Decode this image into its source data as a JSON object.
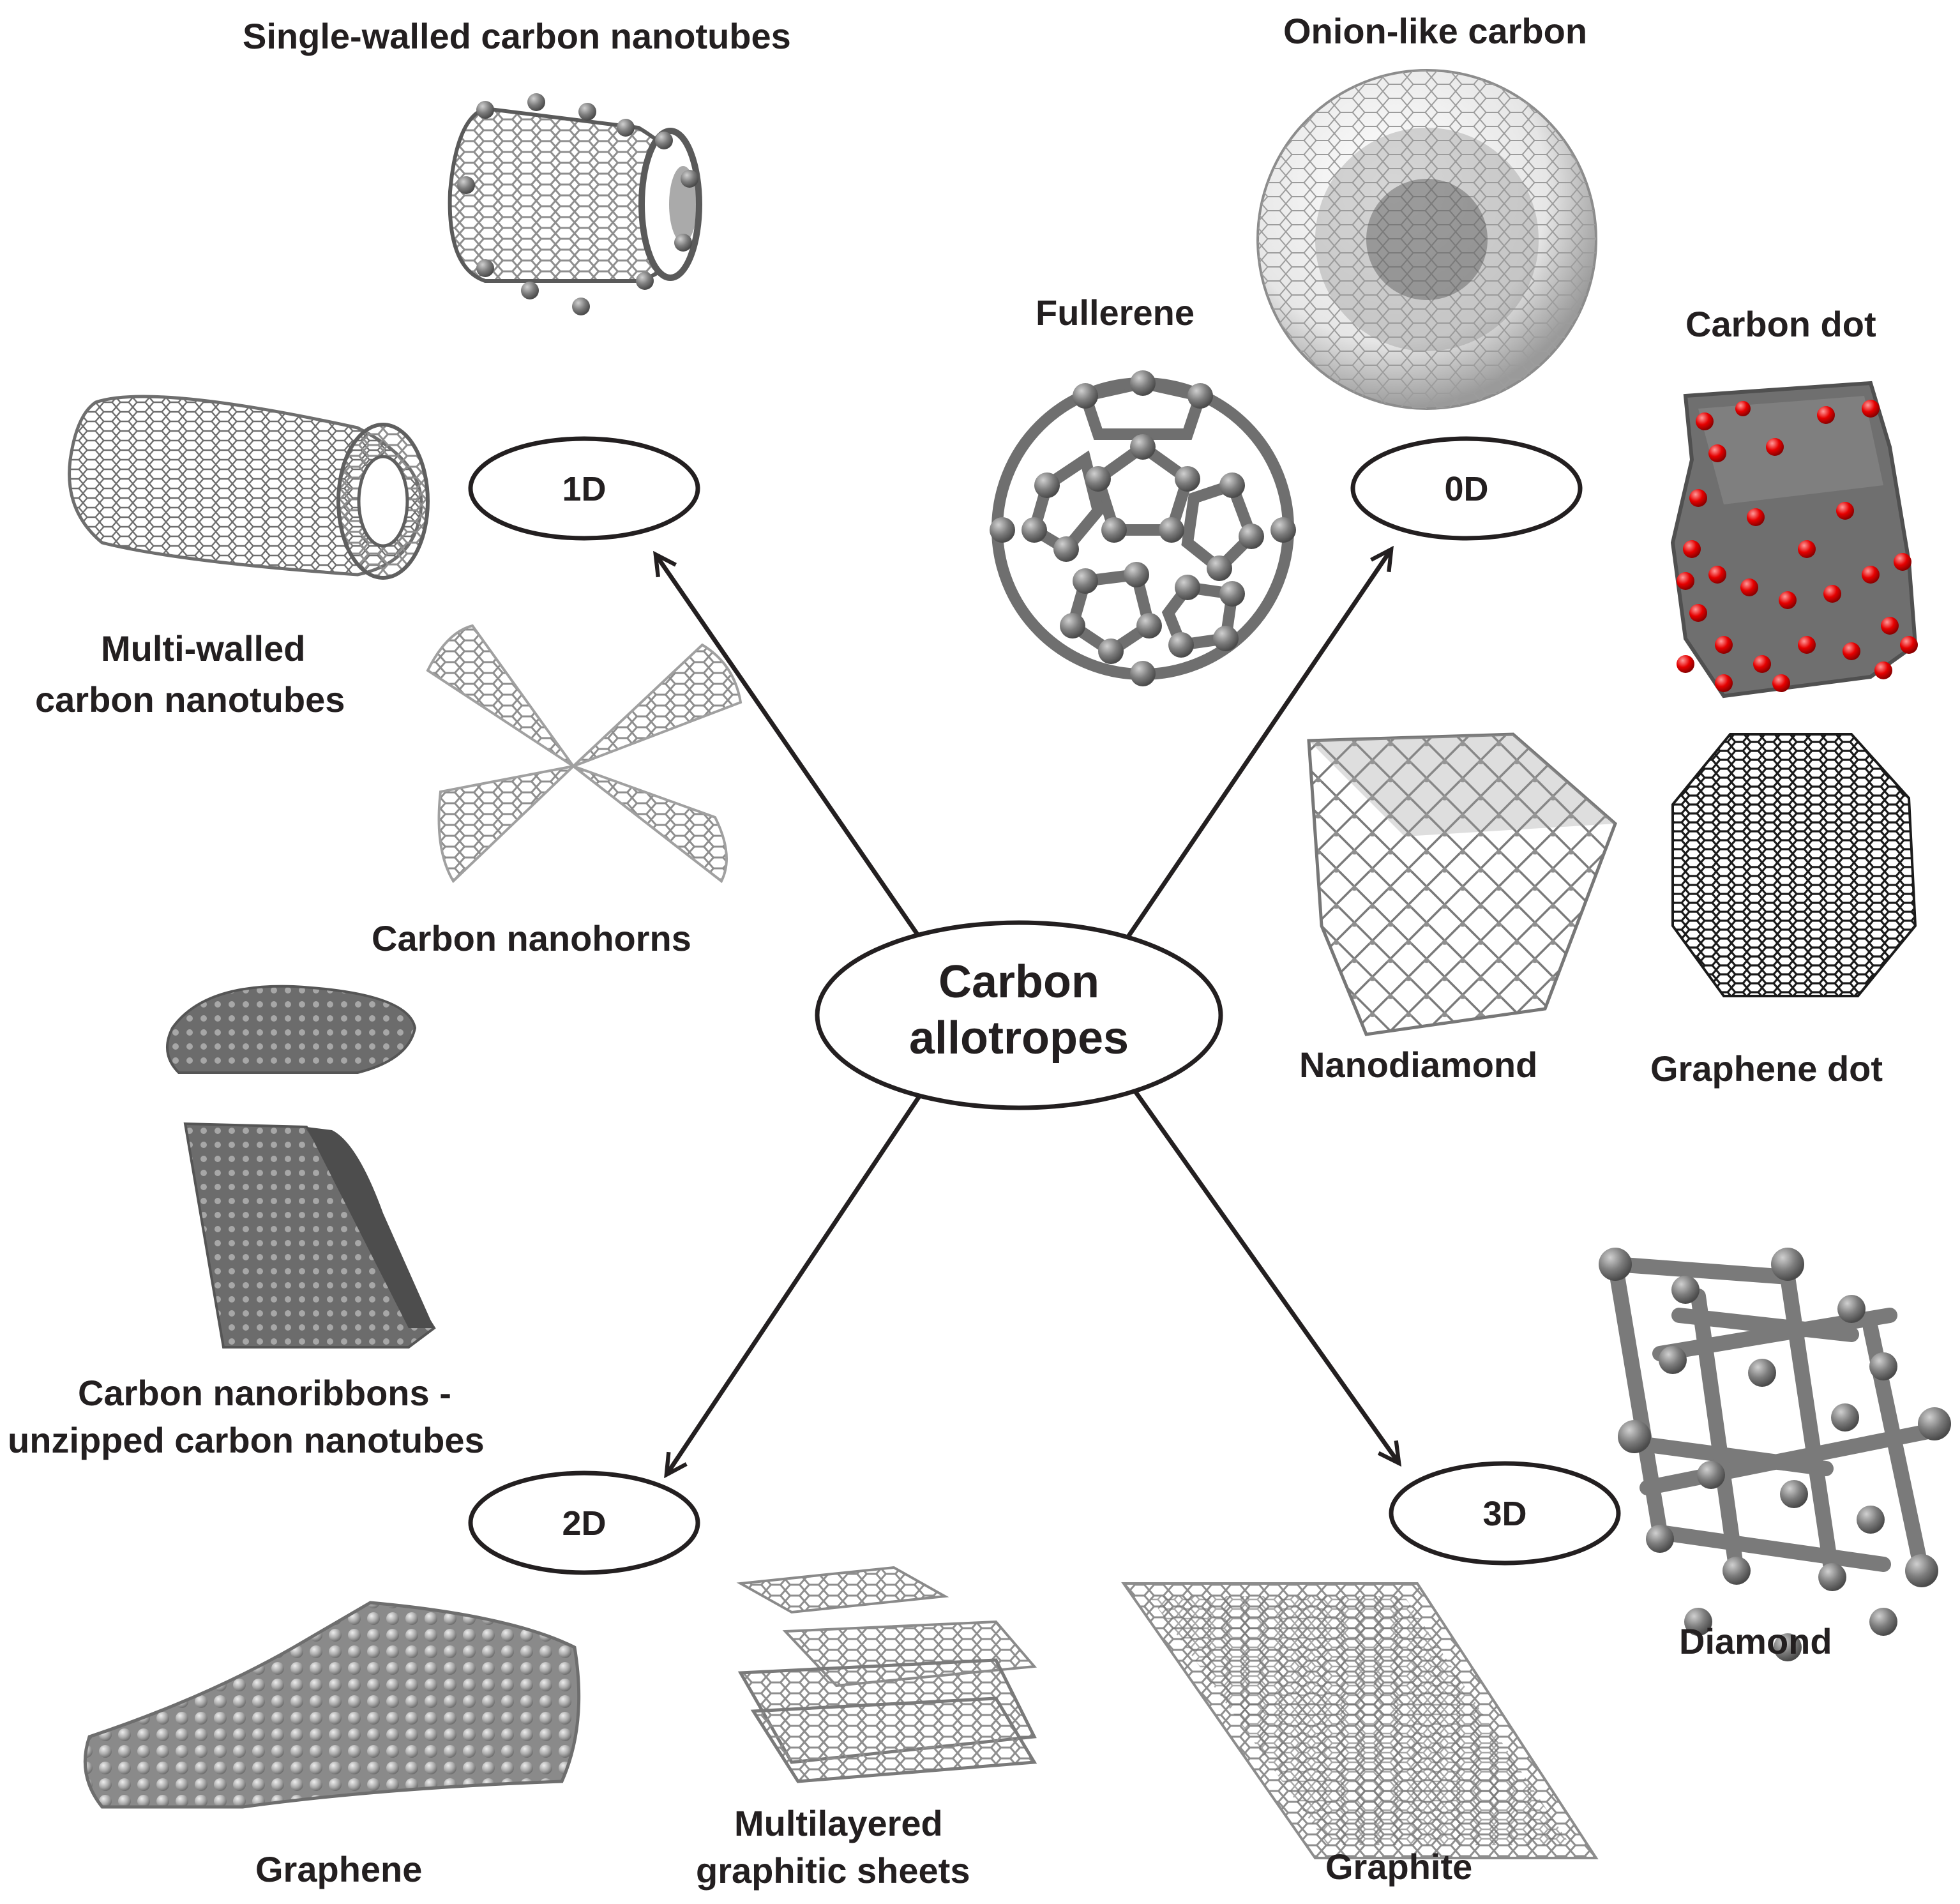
{
  "center": {
    "line1": "Carbon",
    "line2": "allotropes"
  },
  "dimensions": {
    "d0": "0D",
    "d1": "1D",
    "d2": "2D",
    "d3": "3D"
  },
  "labels": {
    "swcnt": "Single-walled carbon nanotubes",
    "onion": "Onion-like carbon",
    "fullerene": "Fullerene",
    "carbon_dot": "Carbon dot",
    "mwcnt_1": "Multi-walled",
    "mwcnt_2": "carbon nanotubes",
    "nanohorns": "Carbon nanohorns",
    "nanodiamond": "Nanodiamond",
    "graphene_dot": "Graphene dot",
    "nanoribbons_1": "Carbon nanoribbons -",
    "nanoribbons_2": "unzipped carbon nanotubes",
    "diamond": "Diamond",
    "graphene": "Graphene",
    "multilayer_1": "Multilayered",
    "multilayer_2": "graphitic sheets",
    "graphite": "Graphite"
  },
  "colors": {
    "atom": "#7d7d7d",
    "atom_dark": "#555555",
    "atom_light": "#b8b8b8",
    "oxygen": "#e60000",
    "ink": "#231f20"
  }
}
